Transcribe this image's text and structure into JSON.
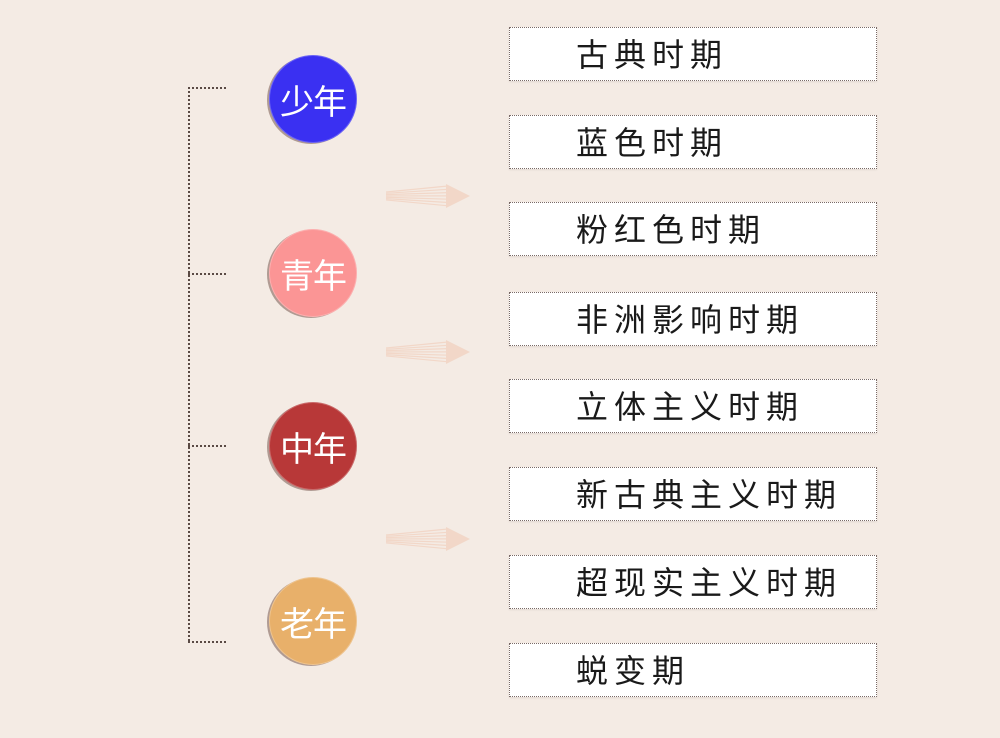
{
  "stages": [
    {
      "label": "少年",
      "color": "#3a30f2"
    },
    {
      "label": "青年",
      "color": "#fb9595"
    },
    {
      "label": "中年",
      "color": "#b83838"
    },
    {
      "label": "老年",
      "color": "#e8b06a"
    }
  ],
  "periods": [
    "古典时期",
    "蓝色时期",
    "粉红色时期",
    "非洲影响时期",
    "立体主义时期",
    "新古典主义时期",
    "超现实主义时期",
    "蜕变期"
  ],
  "colors": {
    "background": "#f4ebe4",
    "arrow": "#f2d7c8",
    "bracket": "#5a4a44"
  }
}
